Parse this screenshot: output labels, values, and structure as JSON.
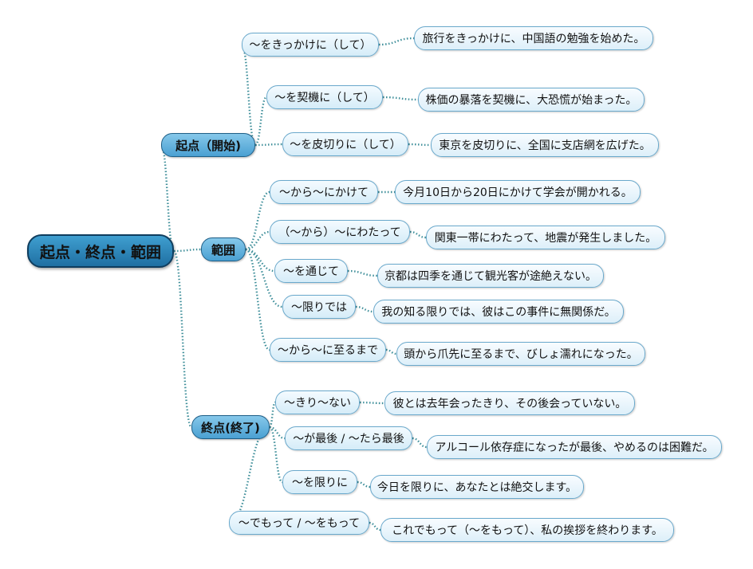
{
  "root": {
    "label": "起点・終点・範囲"
  },
  "categories": [
    {
      "label": "起点（開始)",
      "items": [
        {
          "pattern": "～をきっかけに（して）",
          "example": "旅行をきっかけに、中国語の勉強を始めた。"
        },
        {
          "pattern": "～を契機に（して）",
          "example": "株価の暴落を契機に、大恐慌が始まった。"
        },
        {
          "pattern": "～を皮切りに（して）",
          "example": "東京を皮切りに、全国に支店網を広げた。"
        }
      ]
    },
    {
      "label": "範囲",
      "items": [
        {
          "pattern": "～から～にかけて",
          "example": "今月10日から20日にかけて学会が開かれる。"
        },
        {
          "pattern": "（～から）～にわたって",
          "example": "関東一帯にわたって、地震が発生しました。"
        },
        {
          "pattern": "～を通じて",
          "example": "京都は四季を通じて観光客が途絶えない。"
        },
        {
          "pattern": "～限りでは",
          "example": "我の知る限りでは、彼はこの事件に無関係だ。"
        },
        {
          "pattern": "～から～に至るまで",
          "example": "頭から爪先に至るまで、びしょ濡れになった。"
        }
      ]
    },
    {
      "label": "終点(終了)",
      "items": [
        {
          "pattern": "～きり～ない",
          "example": "彼とは去年会ったきり、その後会っていない。"
        },
        {
          "pattern": "～が最後 / ～たら最後",
          "example": "アルコール依存症になったが最後、やめるのは困難だ。"
        },
        {
          "pattern": "～を限りに",
          "example": "今日を限りに、あなたとは絶交します。"
        },
        {
          "pattern": "～でもって / ～をもって",
          "example": "これでもって（～をもって）、私の挨拶を終わります。"
        }
      ]
    }
  ],
  "colors": {
    "root": "#2a86bd",
    "category": "#5fb0de",
    "pattern_bg": "#e6f4fb",
    "border": "#6aa9cc",
    "link": "#3f8f9a"
  }
}
